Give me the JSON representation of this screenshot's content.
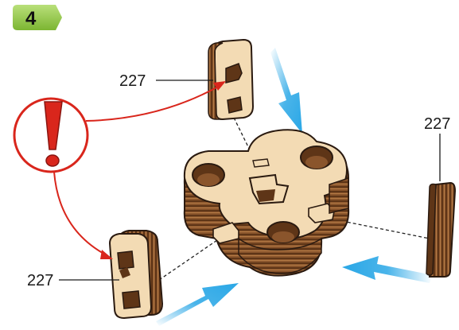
{
  "step": {
    "number": "4",
    "badge_color": "#8cc63f"
  },
  "warning": {
    "icon": "exclamation-icon",
    "color": "#d9261c"
  },
  "parts": [
    {
      "label": "227"
    },
    {
      "label": "227"
    },
    {
      "label": "227"
    }
  ],
  "colors": {
    "wood_light": "#f1d7b0",
    "wood_dark": "#7a4a26",
    "wood_mid": "#b07a45",
    "arrow_blue": "#2aa7e6",
    "outline": "#2a1a10",
    "warning_red": "#d9261c"
  }
}
